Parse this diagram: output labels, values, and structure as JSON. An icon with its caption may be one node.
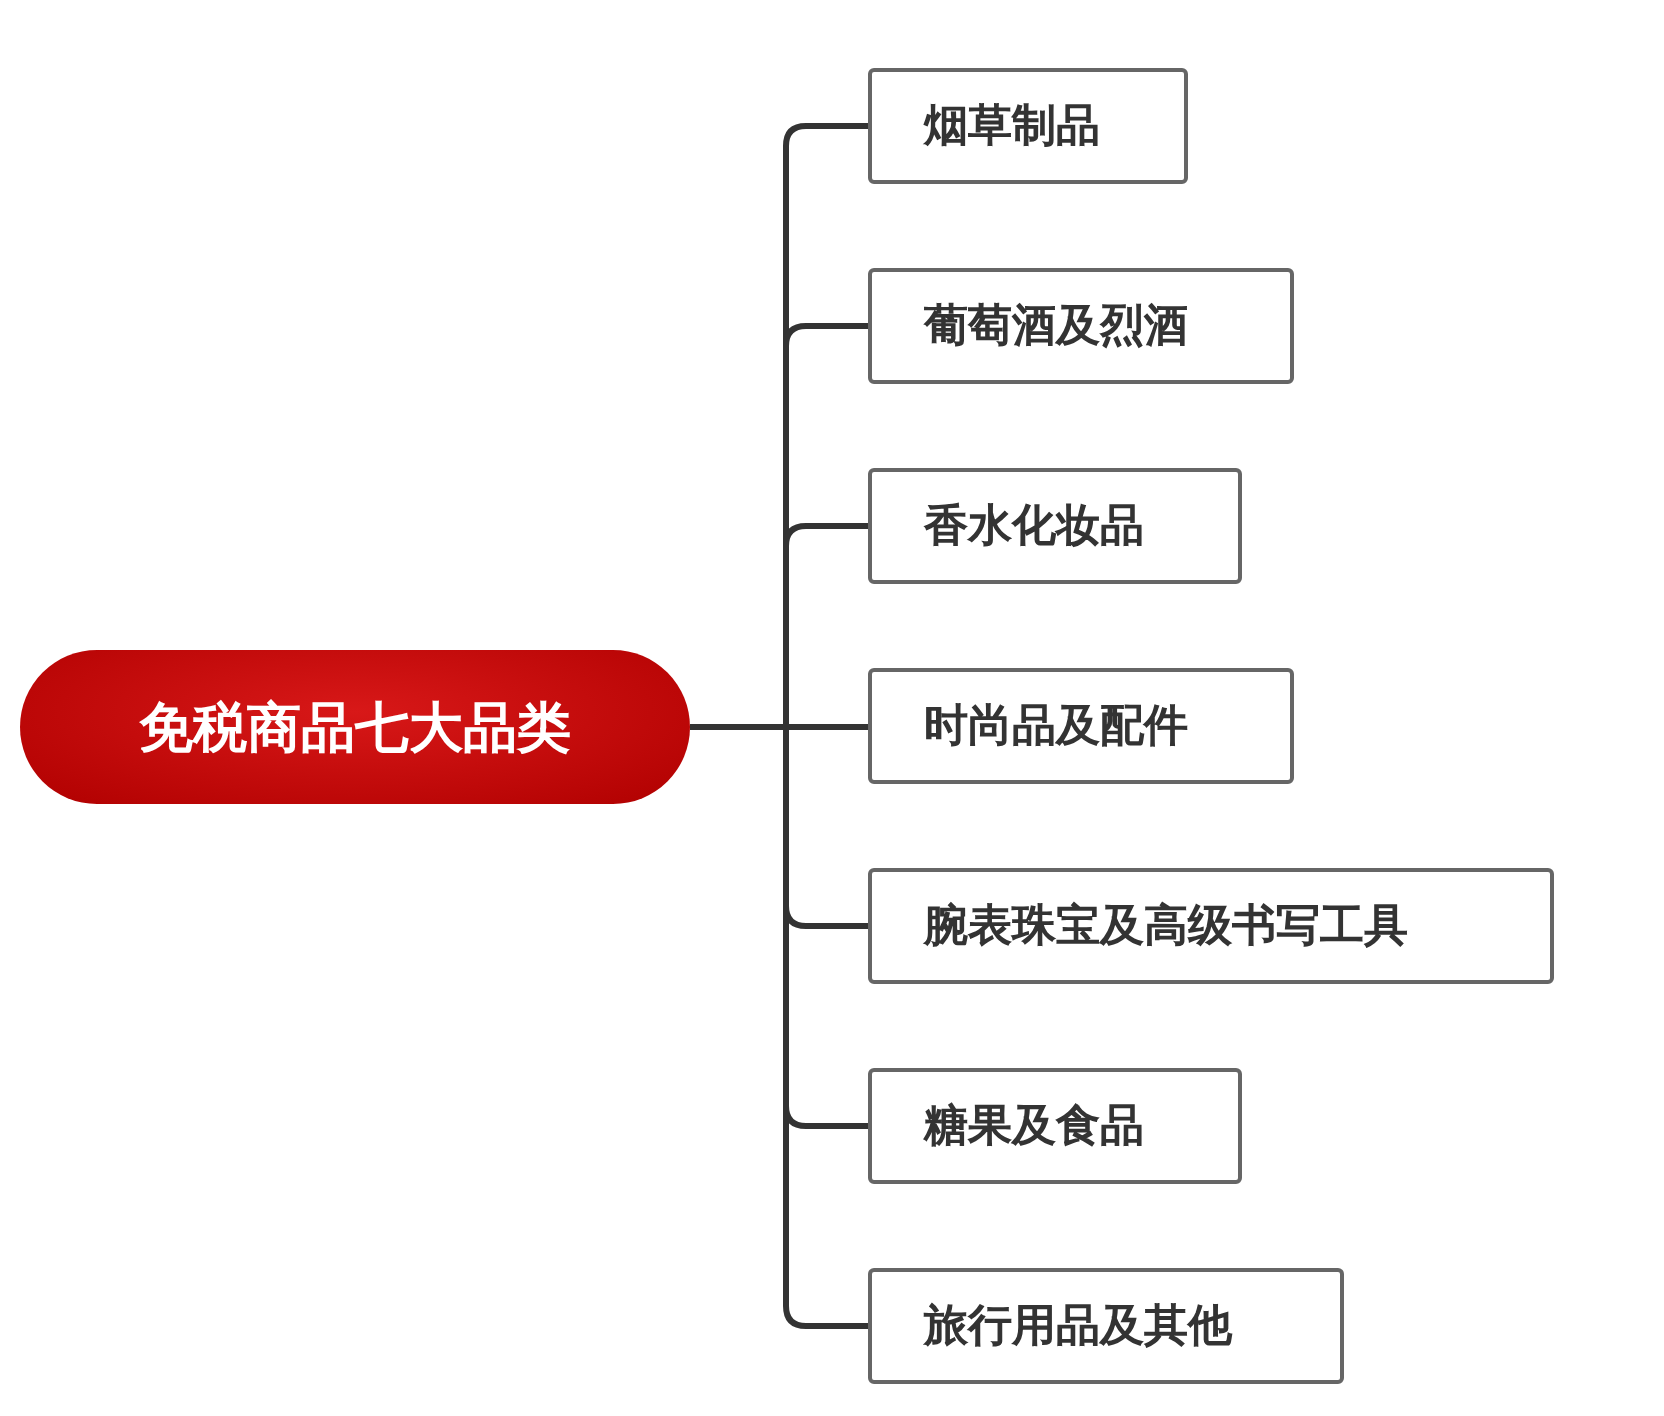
{
  "diagram": {
    "nodes": [
      {
        "text": [
          "免税商品七大品类"
        ]
      },
      {
        "text": [
          "烟草制品"
        ]
      },
      {
        "text": [
          "葡萄酒及烈酒"
        ]
      },
      {
        "text": [
          "香水化妆品"
        ]
      },
      {
        "text": [
          "时尚品及配件"
        ]
      },
      {
        "text": [
          "腕表珠宝及高级书写工具"
        ]
      },
      {
        "text": [
          "糖果及食品"
        ]
      },
      {
        "text": [
          "旅行用品及其他"
        ]
      }
    ],
    "edges": [
      {
        "from": 0,
        "to": 1,
        "arrow": "none"
      },
      {
        "from": 0,
        "to": 2,
        "arrow": "none"
      },
      {
        "from": 0,
        "to": 3,
        "arrow": "none"
      },
      {
        "from": 0,
        "to": 4,
        "arrow": "none"
      },
      {
        "from": 0,
        "to": 5,
        "arrow": "none"
      },
      {
        "from": 0,
        "to": 6,
        "arrow": "none"
      },
      {
        "from": 0,
        "to": 7,
        "arrow": "none"
      }
    ]
  }
}
